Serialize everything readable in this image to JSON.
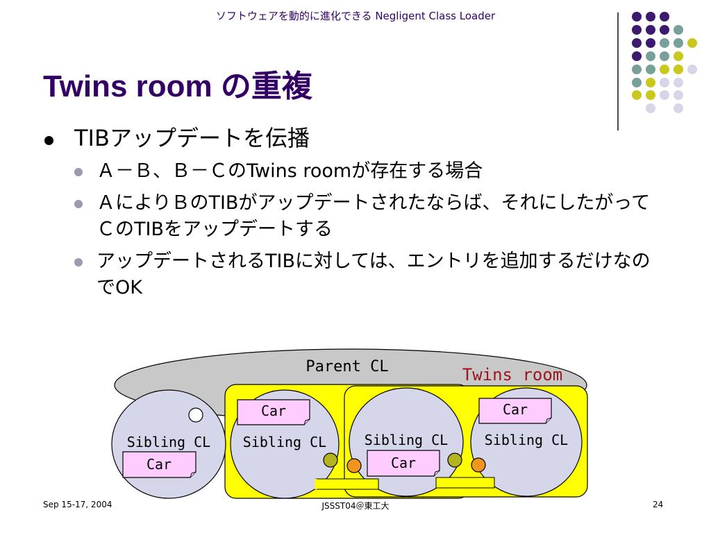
{
  "header": "ソフトウェアを動的に進化できる Negligent Class Loader",
  "title": "Twins room の重複",
  "bullets": {
    "main": "TIBアップデートを伝播",
    "subs": [
      "Ａ－Ｂ、Ｂ－ＣのTwins roomが存在する場合",
      "ＡによりＢのTIBがアップデートされたならば、それにしたがってＣのTIBをアップデートする",
      "アップデートされるTIBに対しては、エントリを追加するだけなのでOK"
    ]
  },
  "diagram": {
    "parent_label": "Parent CL",
    "twins_label": "Twins room",
    "sibling_label": "Sibling CL",
    "car_label": "Car"
  },
  "footer": {
    "date": "Sep 15-17, 2004",
    "center": "JSSST04＠東工大",
    "page": "24"
  },
  "colors": {
    "title": "#330066",
    "dark_purple": "#3c1a6e",
    "teal": "#77a09b",
    "yellow_green": "#c8c81e",
    "lavender": "#d6d6e8",
    "twins_room": "#ffff00",
    "circle_fill": "#d6d6ea",
    "car_box": "#ffccff",
    "dot_green": "#b4b41e",
    "dot_orange": "#f0961e",
    "twins_text": "#a0141e"
  }
}
